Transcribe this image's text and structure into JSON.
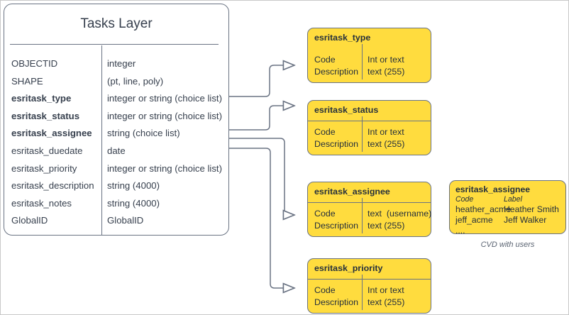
{
  "diagram": {
    "entity": {
      "title": "Tasks Layer",
      "fields": [
        {
          "name": "OBJECTID",
          "type": "integer",
          "bold": false
        },
        {
          "name": "SHAPE",
          "type": "(pt, line, poly)",
          "bold": false
        },
        {
          "name": "esritask_type",
          "type": "integer or string (choice list)",
          "bold": true
        },
        {
          "name": "esritask_status",
          "type": "integer or string (choice list)",
          "bold": true
        },
        {
          "name": "esritask_assignee",
          "type": "string (choice list)",
          "bold": true
        },
        {
          "name": "esritask_duedate",
          "type": "date",
          "bold": false
        },
        {
          "name": "esritask_priority",
          "type": "integer or string (choice list)",
          "bold": false
        },
        {
          "name": "esritask_description",
          "type": "string (4000)",
          "bold": false
        },
        {
          "name": "esritask_notes",
          "type": "string (4000)",
          "bold": false
        },
        {
          "name": "GlobalID",
          "type": "GlobalID",
          "bold": false
        }
      ]
    },
    "domains": [
      {
        "title": "esritask_type",
        "left_col": "Code\nDescription",
        "right_col": "Int or text\ntext (255)",
        "has_title_rule": false
      },
      {
        "title": "esritask_status",
        "left_col": "Code\nDescription",
        "right_col": "Int or text\ntext (255)",
        "has_title_rule": true
      },
      {
        "title": "esritask_assignee",
        "left_col": "Code\nDescription",
        "right_col": "text  (username)\ntext (255)",
        "has_title_rule": true
      },
      {
        "title": "esritask_priority",
        "left_col": "Code\nDescription",
        "right_col": "Int or text\ntext (255)",
        "has_title_rule": true
      }
    ],
    "cvd": {
      "title": "esritask_assignee",
      "header_code": "Code",
      "header_label": "Label",
      "codes": "heather_acme\njeff_acme\n....",
      "labels": "Heather Smith\nJeff Walker",
      "caption": "CVD with users"
    },
    "colors": {
      "domain_fill": "#FFDC3E",
      "stroke": "#6a7383",
      "text": "#37404e",
      "canvas": "#ffffff"
    }
  }
}
